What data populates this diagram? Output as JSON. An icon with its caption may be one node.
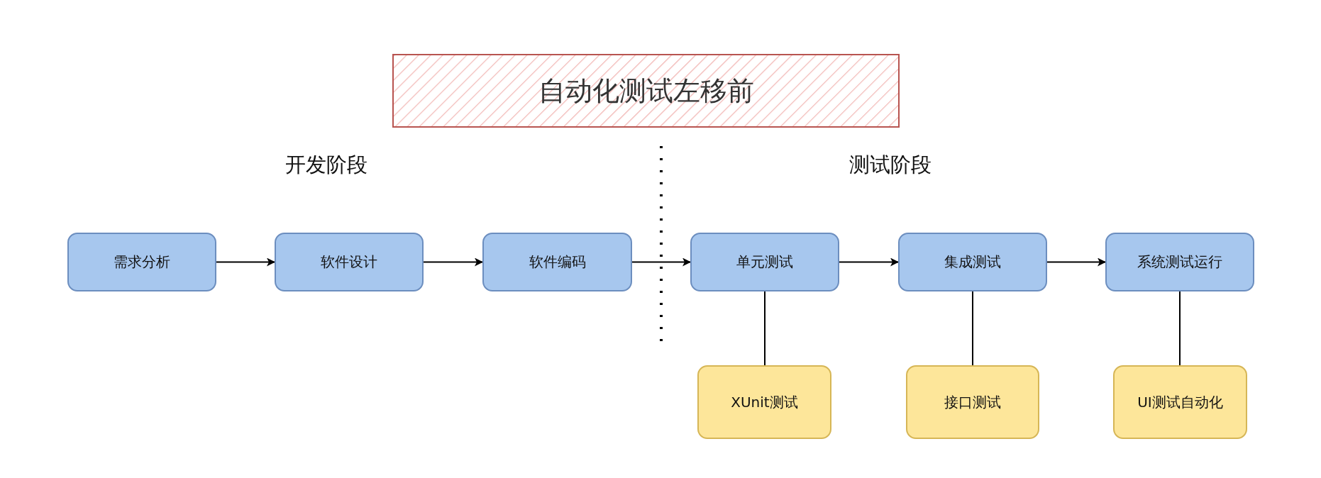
{
  "diagram": {
    "nodes": [
      {
        "text": [
          "自动化测试左移前"
        ]
      },
      {
        "text": [
          "需求分析"
        ]
      },
      {
        "text": [
          "软件设计"
        ]
      },
      {
        "text": [
          "软件编码"
        ]
      },
      {
        "text": [
          "单元测试"
        ]
      },
      {
        "text": [
          "集成测试"
        ]
      },
      {
        "text": [
          "系统测试运行"
        ]
      },
      {
        "text": [
          "XUnit测试"
        ]
      },
      {
        "text": [
          "接口测试"
        ]
      },
      {
        "text": [
          "UI测试自动化"
        ]
      }
    ],
    "edges": [
      {
        "from": 1,
        "to": 2,
        "arrow": "to"
      },
      {
        "from": 2,
        "to": 3,
        "arrow": "to"
      },
      {
        "from": 3,
        "to": 4,
        "arrow": "to"
      },
      {
        "from": 4,
        "to": 5,
        "arrow": "to"
      },
      {
        "from": 5,
        "to": 6,
        "arrow": "to"
      },
      {
        "from": 4,
        "to": 7,
        "arrow": "none"
      },
      {
        "from": 5,
        "to": 8,
        "arrow": "none"
      },
      {
        "from": 6,
        "to": 9,
        "arrow": "none"
      }
    ],
    "labels": [
      "开发阶段",
      "测试阶段"
    ]
  }
}
